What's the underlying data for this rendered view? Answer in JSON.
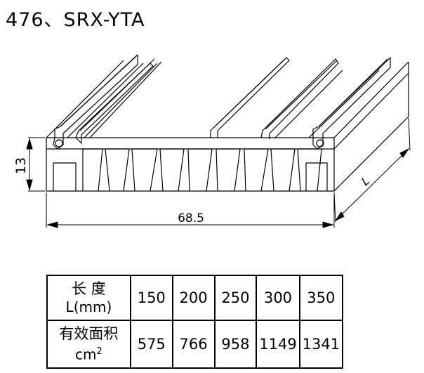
{
  "title": "476、SRX-YTA",
  "dimensions": {
    "height": "13",
    "width": "68.5",
    "length": "L"
  },
  "table": {
    "row1_header_line1": "长  度",
    "row1_header_line2": "L(mm)",
    "row2_header_line1": "有效面积",
    "row2_header_unit": "cm",
    "row2_header_sup": "2",
    "lengths": [
      "150",
      "200",
      "250",
      "300",
      "350"
    ],
    "areas": [
      "575",
      "766",
      "958",
      "1149",
      "1341"
    ]
  }
}
